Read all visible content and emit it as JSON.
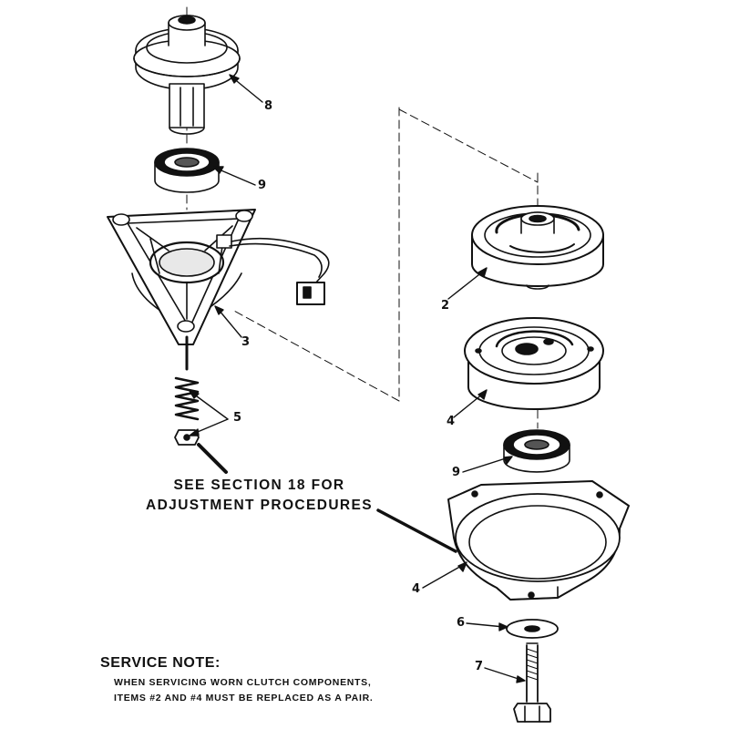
{
  "callouts": {
    "c8": "8",
    "c9a": "9",
    "c3": "3",
    "c5": "5",
    "c2": "2",
    "c4a": "4",
    "c9b": "9",
    "c4b": "4",
    "c6": "6",
    "c7": "7"
  },
  "see_note": {
    "line1": "SEE SECTION 18 FOR",
    "line2": "ADJUSTMENT PROCEDURES"
  },
  "service_note": {
    "title": "SERVICE NOTE:",
    "line1": "WHEN SERVICING WORN CLUTCH COMPONENTS,",
    "line2": "ITEMS #2 AND #4 MUST BE REPLACED AS A PAIR."
  }
}
